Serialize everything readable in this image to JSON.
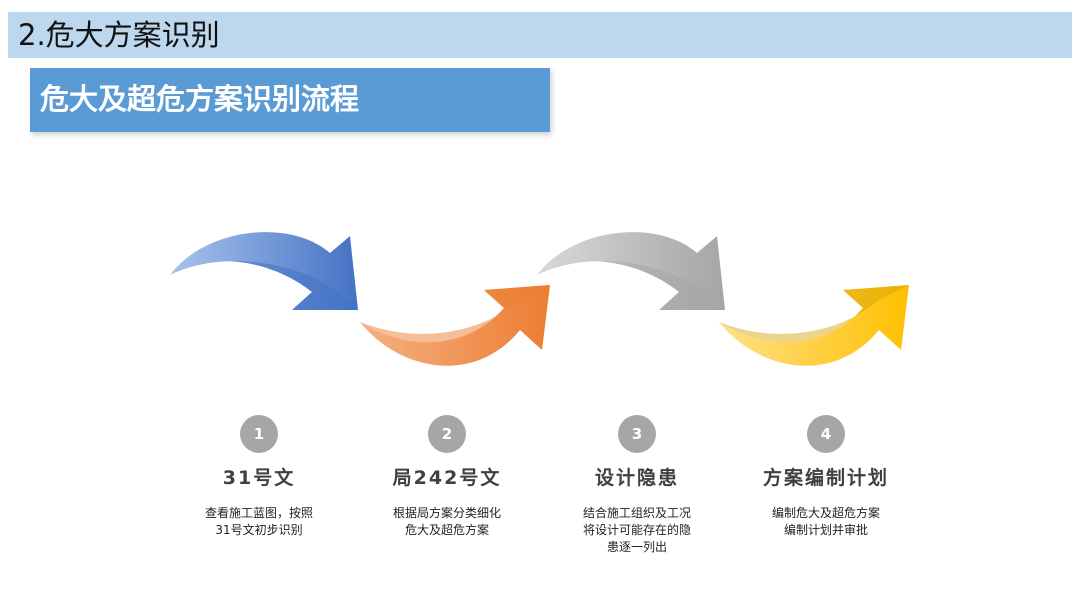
{
  "header": {
    "title": "2.危大方案识别"
  },
  "subtitle": "危大及超危方案识别流程",
  "colors": {
    "blue": "#4472c4",
    "orange": "#ed7d31",
    "gray": "#a5a5a5",
    "gold": "#ffc000"
  },
  "steps": [
    {
      "number": "1",
      "title": "31号文",
      "desc_lines": [
        "查看施工蓝图，按照",
        "31号文初步识别"
      ]
    },
    {
      "number": "2",
      "title": "局242号文",
      "desc_lines": [
        "根据局方案分类细化",
        "危大及超危方案"
      ]
    },
    {
      "number": "3",
      "title": "设计隐患",
      "desc_lines": [
        "结合施工组织及工况",
        "将设计可能存在的隐",
        "患逐一列出"
      ]
    },
    {
      "number": "4",
      "title": "方案编制计划",
      "desc_lines": [
        "编制危大及超危方案",
        "编制计划并审批"
      ]
    }
  ]
}
